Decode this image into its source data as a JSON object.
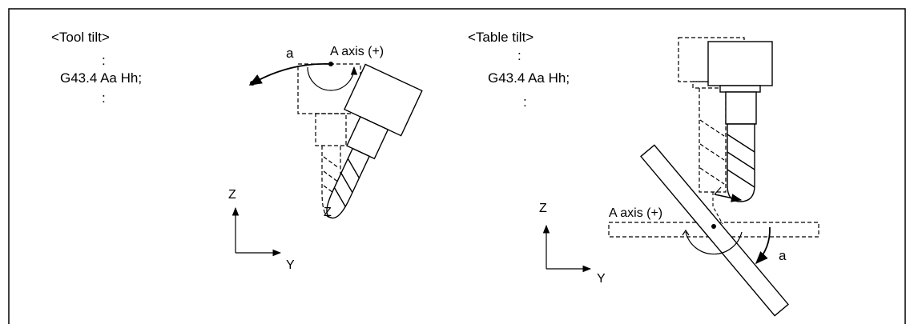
{
  "left_panel": {
    "heading": "<Tool tilt>",
    "lines": [
      ":",
      "G43.4 Aa Hh;",
      ":"
    ],
    "angle_label": "a",
    "axis_label": "A axis (+)",
    "center_label": "Z",
    "coord": {
      "z": "Z",
      "y": "Y"
    }
  },
  "right_panel": {
    "heading": "<Table tilt>",
    "lines": [
      ":",
      "G43.4 Aa Hh;",
      ":"
    ],
    "angle_label": "a",
    "axis_label": "A axis (+)",
    "coord": {
      "z": "Z",
      "y": "Y"
    }
  }
}
